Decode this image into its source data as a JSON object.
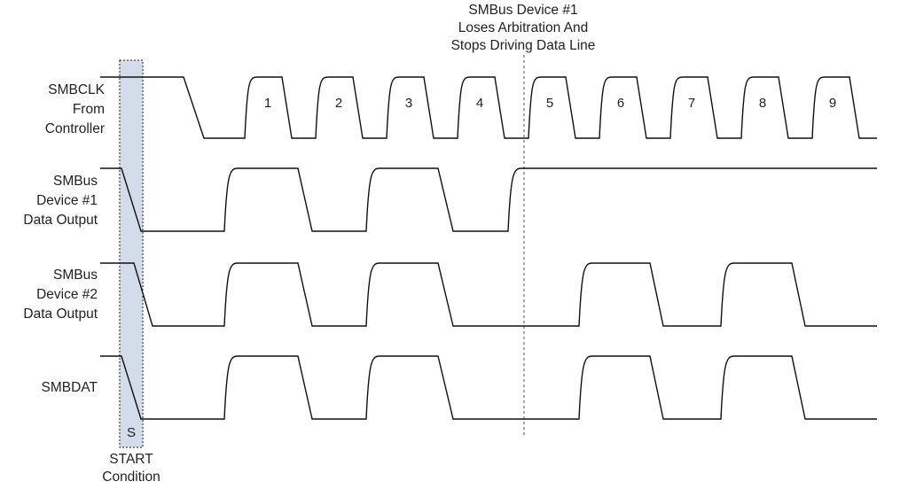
{
  "labels": {
    "clk": [
      "SMBCLK",
      "From",
      "Controller"
    ],
    "dev1": [
      "SMBus",
      "Device #1",
      "Data Output"
    ],
    "dev2": [
      "SMBus",
      "Device #2",
      "Data Output"
    ],
    "dat": [
      "SMBDAT"
    ]
  },
  "annotation": [
    "SMBus Device #1",
    "Loses Arbitration And",
    "Stops Driving Data Line"
  ],
  "start": {
    "letter": "S",
    "label": [
      "START",
      "Condition"
    ]
  },
  "clock_numbers": [
    "1",
    "2",
    "3",
    "4",
    "5",
    "6",
    "7",
    "8",
    "9"
  ],
  "colors": {
    "line": "#111111",
    "start_fill": "#d3dcea",
    "dashed": "#555555"
  }
}
